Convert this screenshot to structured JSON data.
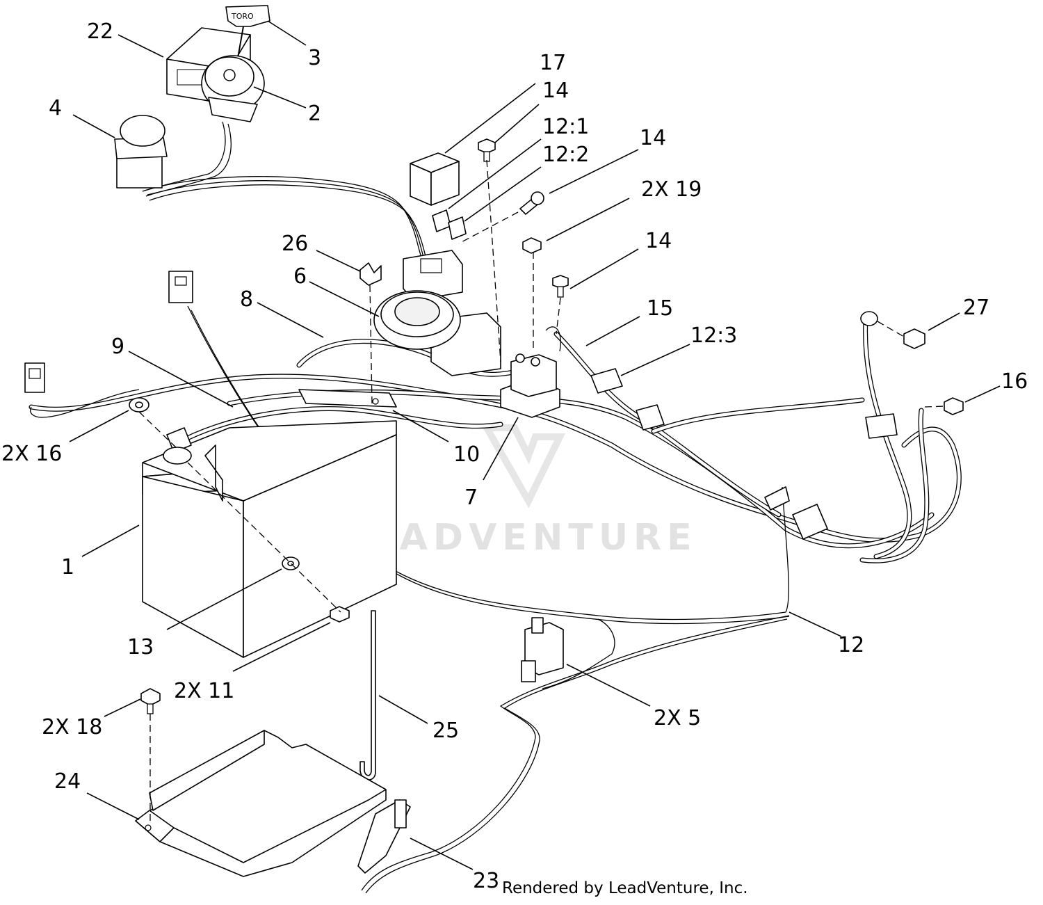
{
  "watermark": {
    "text": "LEADVENTURE"
  },
  "credit": "Rendered by LeadVenture, Inc.",
  "callouts": [
    {
      "id": "c22",
      "label": "22"
    },
    {
      "id": "c3",
      "label": "3"
    },
    {
      "id": "c2",
      "label": "2"
    },
    {
      "id": "c4",
      "label": "4"
    },
    {
      "id": "c17",
      "label": "17"
    },
    {
      "id": "c14a",
      "label": "14"
    },
    {
      "id": "c12-1",
      "label": "12:1"
    },
    {
      "id": "c12-2",
      "label": "12:2"
    },
    {
      "id": "c14b",
      "label": "14"
    },
    {
      "id": "c19",
      "label": "2X 19"
    },
    {
      "id": "c26",
      "label": "26"
    },
    {
      "id": "c14c",
      "label": "14"
    },
    {
      "id": "c6",
      "label": "6"
    },
    {
      "id": "c8",
      "label": "8"
    },
    {
      "id": "c15",
      "label": "15"
    },
    {
      "id": "c27",
      "label": "27"
    },
    {
      "id": "c12-3",
      "label": "12:3"
    },
    {
      "id": "c9",
      "label": "9"
    },
    {
      "id": "c16a",
      "label": "16"
    },
    {
      "id": "c16b",
      "label": "2X 16"
    },
    {
      "id": "c10",
      "label": "10"
    },
    {
      "id": "c7",
      "label": "7"
    },
    {
      "id": "c1",
      "label": "1"
    },
    {
      "id": "c13",
      "label": "13"
    },
    {
      "id": "c12",
      "label": "12"
    },
    {
      "id": "c11",
      "label": "2X 11"
    },
    {
      "id": "c18",
      "label": "2X 18"
    },
    {
      "id": "c5",
      "label": "2X  5"
    },
    {
      "id": "c25",
      "label": "25"
    },
    {
      "id": "c24",
      "label": "24"
    },
    {
      "id": "c23",
      "label": "23"
    }
  ],
  "toro_tag": "TORO"
}
